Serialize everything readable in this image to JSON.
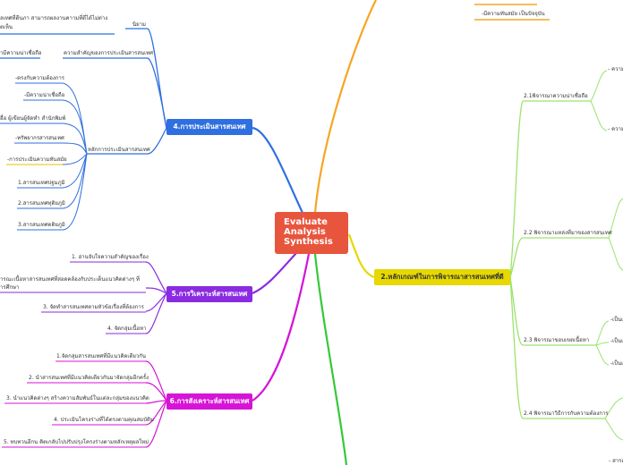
{
  "center": {
    "lines": [
      "Evaluate",
      "Analysis",
      "Synthesis"
    ]
  },
  "branches": {
    "b4": {
      "label": "4.การประเมินสารสนเทศ",
      "color": "#2f6fe0"
    },
    "b5": {
      "label": "5.การวิเคราะห์สารสนเทศ",
      "color": "#8a2be2"
    },
    "b6": {
      "label": "6.การสังเคราะห์สารสนเทศ",
      "color": "#d614d6"
    },
    "b2": {
      "label": "2.หลักเกณฑ์ในการพิจารณาสารสนเทศที่ดี",
      "color": "#e6d800"
    },
    "b_top_orange": {
      "color": "#f5a623"
    },
    "b_green": {
      "color": "#34c93a"
    }
  },
  "b4_items": {
    "cut1": "ลเทศที่ดีนภา สามารถผลงานคาามที่ดี่ได้ไม่ต่าง",
    "cut2": "ตเห็น",
    "niyam": "นิยาม",
    "importance": "ความสำคัญของการประเมินสารสนเทศ",
    "credibility_cut": "ามีความน่าเชื่อถือ",
    "principles": "หลักการประเมินสารสนเทศ",
    "p1": "-ตรงกับความต้องการ",
    "p2": "-มีความน่าเชื่อถือ",
    "p3": "อื่อ ผู้เขียนผู้จัดทำ สำนักพิมพ์",
    "p4": "-ทรัพยากรสารสนเทศ",
    "p5": "-การประเมินความทันสมัย",
    "p6": "1.สารสนเทศปฐมภูมิ",
    "p7": "2.สารสนเทศทุติยภูมิ",
    "p8": "3.สารสนเทศตติยภูมิ"
  },
  "b5_items": {
    "i1": "1. อ่านจับใจความสำคัญของเรื่อง",
    "i2a": "ารณะเนื้อหาสารสนเทศที่สอดคล้องกับประเด็นแนวคิดต่างๆ ที่",
    "i2b": "ารศึกษา",
    "i3": "3. จัดทำสารสนเทศตามหัวข้อเรื่องที่ต้องการ",
    "i4": "4. จัดกลุ่มเนื้อหา"
  },
  "b6_items": {
    "i1": "1.จัดกลุ่มสารสนเทศที่มีแนวคิดเดียวกัน",
    "i2": "2. นำสารสนเทศที่มีแนวคิดเดียวกันมาจัดกลุ่มอีกครั้ง",
    "i3": "3. นำแนวคิดต่างๆ สร้างความสัมพันธ์ในแต่ละกลุ่มของแนวคิด",
    "i4": "4. ประเมินโครงร่างที่ได้ตรงตามคุณสมบัติม",
    "i5": "5. ทบทวนอีกน คิดเกลับไปปรับปรุงโครงร่างตามหลักเหตุผลใหม่"
  },
  "b2_items": {
    "top_orange": "-มีความทันสมัย เป็นปัจจุบัน",
    "s21": "2.1พิจารณาความน่าเชื่อถือ",
    "s21a": "- ความ",
    "s21b": "- ความ",
    "s22": "2.2 พิจารณาแหล่งที่มาของสารสนเทศ",
    "s23": "2.3 พิจารณาขอบเขตเนื้อหา",
    "s23a": "-เป็นเ",
    "s23b": "-เป็นเ",
    "s23c": "-เป็นเ",
    "s24": "2.4 พิจารณาวิธีการกับความต้องการ",
    "bottom_cut": "- สารส"
  }
}
